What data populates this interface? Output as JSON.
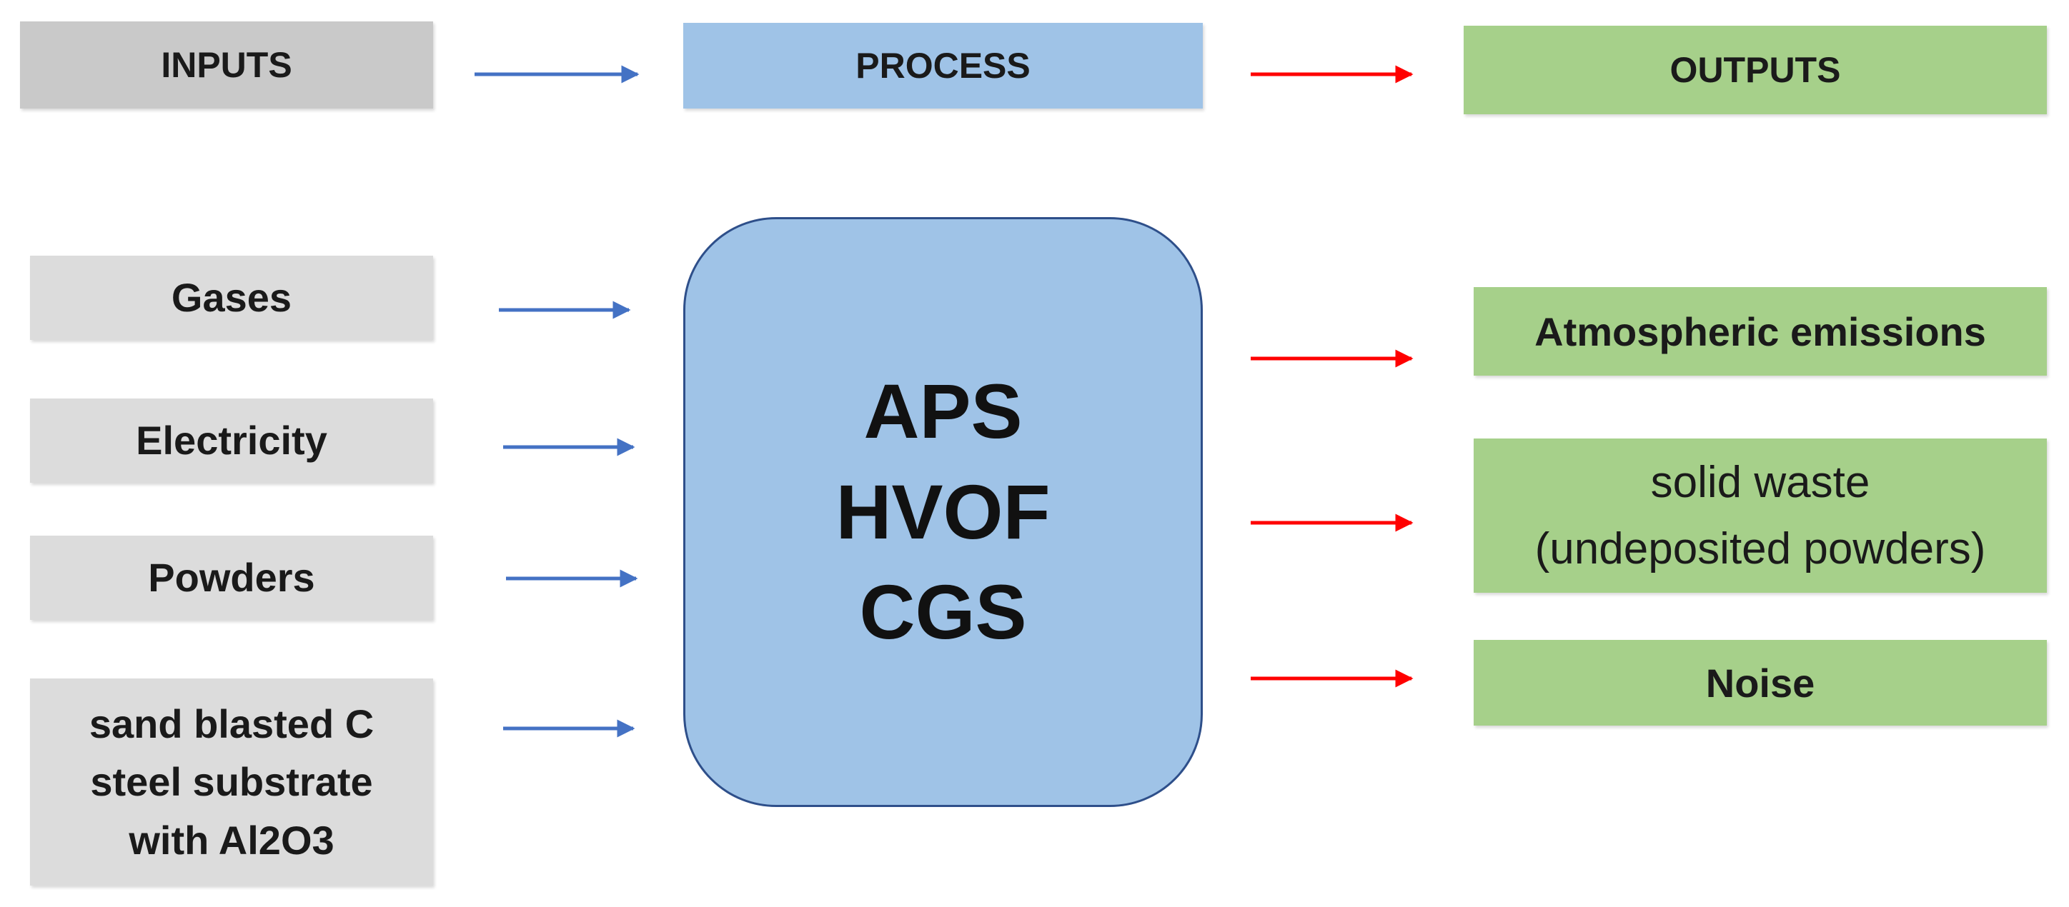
{
  "headers": {
    "inputs": "INPUTS",
    "process": "PROCESS",
    "outputs": "OUTPUTS"
  },
  "inputs": [
    {
      "label": "Gases"
    },
    {
      "label": "Electricity"
    },
    {
      "label": "Powders"
    },
    {
      "lines": [
        "sand blasted C",
        "steel substrate",
        "with Al2O3"
      ]
    }
  ],
  "process": {
    "lines": [
      "APS",
      "HVOF",
      "CGS"
    ]
  },
  "outputs": [
    {
      "label": "Atmospheric emissions"
    },
    {
      "lines": [
        "solid waste",
        "(undeposited powders)"
      ]
    },
    {
      "label": "Noise"
    }
  ],
  "colors": {
    "input_arrow": "#4472c4",
    "output_arrow": "#ff0000",
    "input_header": "#c9c9c9",
    "input_box": "#dcdcdc",
    "process_fill": "#9fc3e7",
    "process_border": "#2e4f8a",
    "output_fill": "#a6d08a"
  }
}
